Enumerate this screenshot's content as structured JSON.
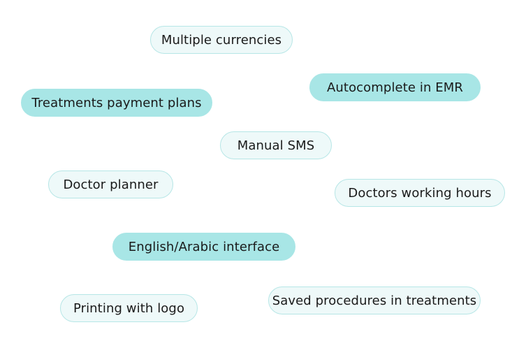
{
  "tags": [
    {
      "label": "Multiple currencies",
      "style": "light"
    },
    {
      "label": "Autocomplete in EMR",
      "style": "filled"
    },
    {
      "label": "Treatments payment plans",
      "style": "filled"
    },
    {
      "label": "Manual SMS",
      "style": "light"
    },
    {
      "label": "Doctor planner",
      "style": "light"
    },
    {
      "label": "Doctors working hours",
      "style": "light"
    },
    {
      "label": "English/Arabic interface",
      "style": "filled"
    },
    {
      "label": "Printing with logo",
      "style": "light"
    },
    {
      "label": "Saved procedures in treatments",
      "style": "light"
    }
  ],
  "colors": {
    "light_fill": "#eef9f9",
    "light_border": "#b6e6e6",
    "filled_fill": "#a8e6e6",
    "text": "#1a1a1a"
  }
}
